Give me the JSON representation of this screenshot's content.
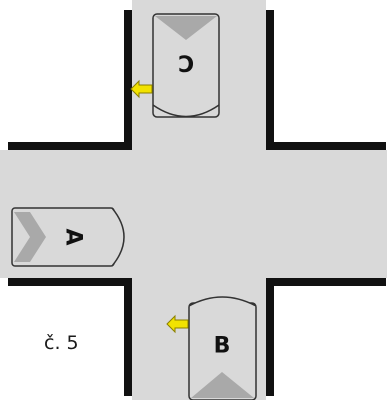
{
  "caption": "č. 5",
  "colors": {
    "road": "#d9d9d9",
    "curb": "#111111",
    "background": "#ffffff",
    "car_body": "#d9d9d9",
    "car_outline": "#333333",
    "chevron": "#a9a9a9",
    "signal": "#f2e200"
  },
  "vehicles": [
    {
      "id": "A",
      "label": "A",
      "turn_signal": false
    },
    {
      "id": "B",
      "label": "B",
      "turn_signal": true,
      "signal_side": "left"
    },
    {
      "id": "C",
      "label": "C",
      "turn_signal": true,
      "signal_side": "right"
    }
  ]
}
